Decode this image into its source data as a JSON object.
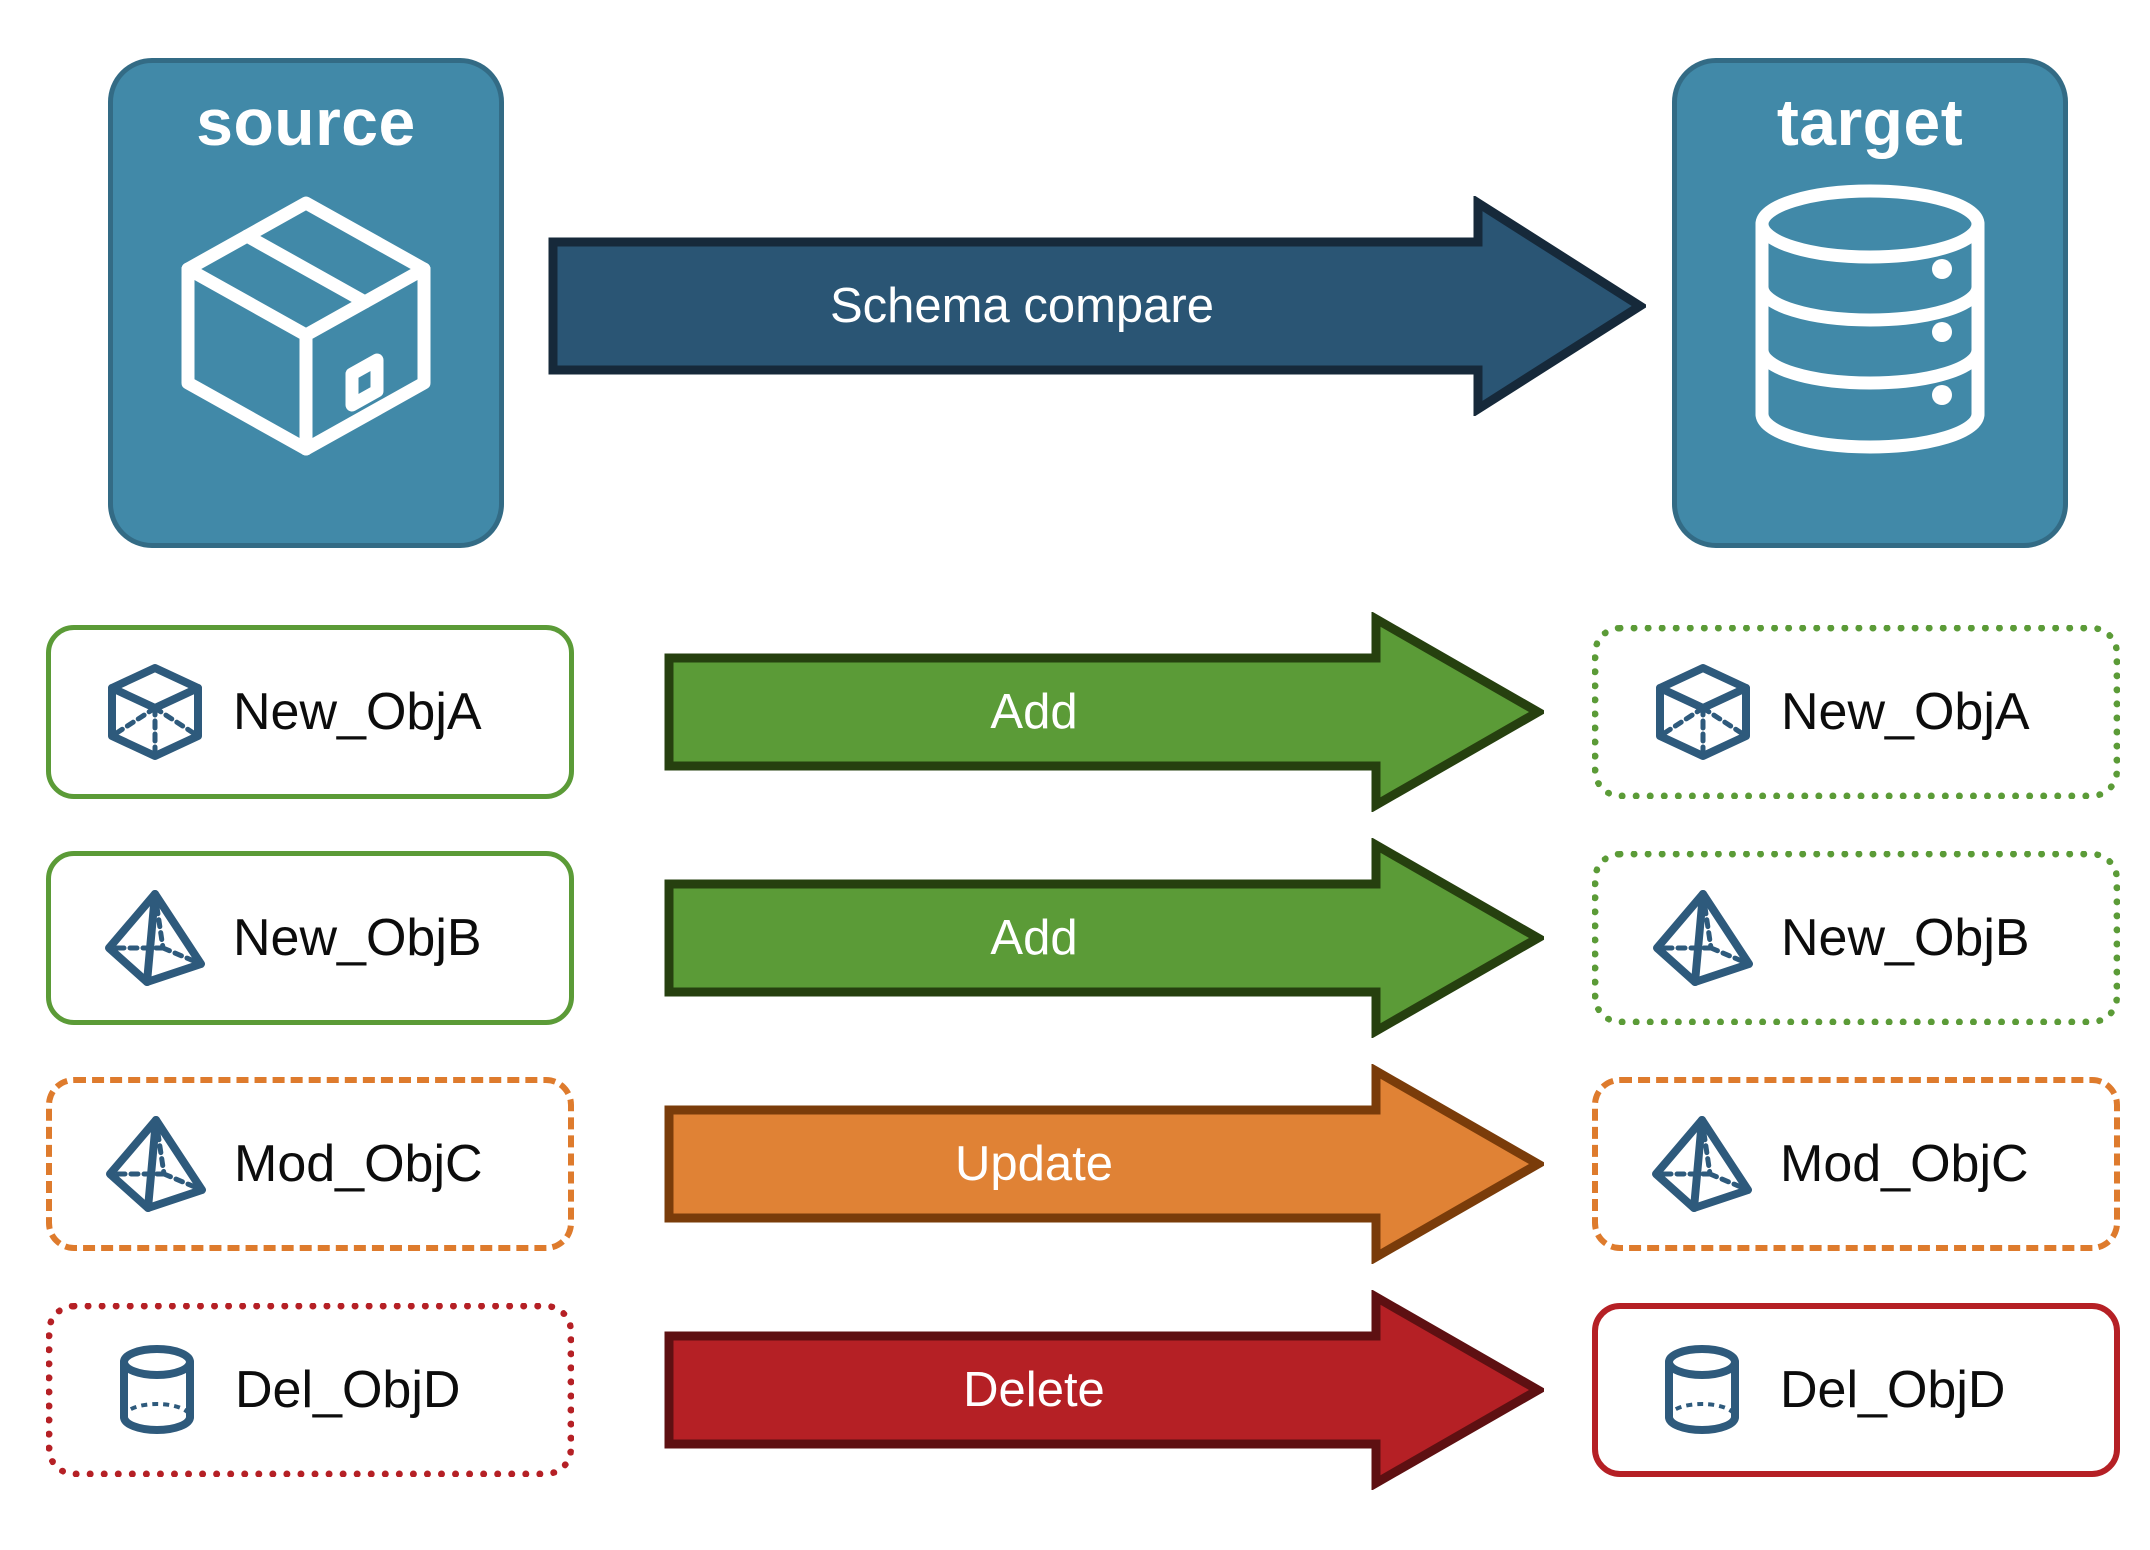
{
  "diagram": {
    "title_source": "source",
    "title_target": "target",
    "compare_arrow_label": "Schema compare",
    "source_icon": "package-box-icon",
    "target_icon": "database-cylinder-icon",
    "colors": {
      "endpoint_fill": "#4189A8",
      "endpoint_stroke": "#336B85",
      "compare_arrow_fill": "#2A5574",
      "compare_arrow_stroke": "#16293A",
      "add_fill": "#5B9B37",
      "add_stroke": "#26400F",
      "update_fill": "#E08235",
      "update_stroke": "#7A3C0A",
      "delete_fill": "#B52025",
      "delete_stroke": "#5E1012",
      "object_icon_stroke": "#2E5A7C",
      "label_text": "#0c0c0c"
    },
    "rows": [
      {
        "source_label": "New_ObjA",
        "source_icon": "wireframe-cube-icon",
        "source_border_style": "green-solid",
        "action_label": "Add",
        "action_color": "#5B9B37",
        "action_stroke": "#26400F",
        "target_label": "New_ObjA",
        "target_icon": "wireframe-cube-icon",
        "target_border_style": "green-dotted"
      },
      {
        "source_label": "New_ObjB",
        "source_icon": "wireframe-pyramid-icon",
        "source_border_style": "green-solid",
        "action_label": "Add",
        "action_color": "#5B9B37",
        "action_stroke": "#26400F",
        "target_label": "New_ObjB",
        "target_icon": "wireframe-pyramid-icon",
        "target_border_style": "green-dotted"
      },
      {
        "source_label": "Mod_ObjC",
        "source_icon": "wireframe-pyramid-icon",
        "source_border_style": "orange-dashed",
        "action_label": "Update",
        "action_color": "#E08235",
        "action_stroke": "#7A3C0A",
        "target_label": "Mod_ObjC",
        "target_icon": "wireframe-pyramid-icon",
        "target_border_style": "orange-dashed"
      },
      {
        "source_label": "Del_ObjD",
        "source_icon": "wireframe-cylinder-icon",
        "source_border_style": "red-dotted",
        "action_label": "Delete",
        "action_color": "#B52025",
        "action_stroke": "#5E1012",
        "target_label": "Del_ObjD",
        "target_icon": "wireframe-cylinder-icon",
        "target_border_style": "red-solid"
      }
    ]
  }
}
